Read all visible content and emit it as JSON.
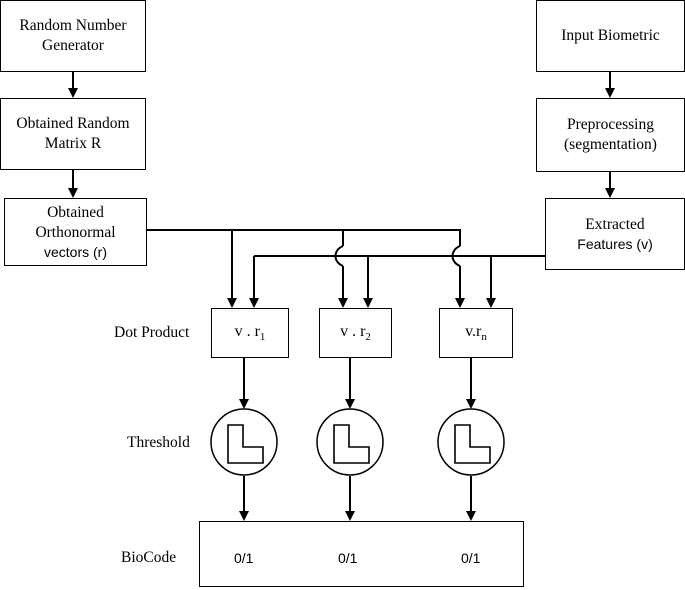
{
  "boxes": {
    "rng": [
      "Random Number",
      "Generator"
    ],
    "matrix": [
      "Obtained Random",
      "Matrix R"
    ],
    "orthonormal": [
      "Obtained",
      "Orthonormal",
      "vectors (r)"
    ],
    "input": [
      "Input Biometric"
    ],
    "preprocessing": [
      "Preprocessing",
      "(segmentation)"
    ],
    "features": [
      "Extracted",
      "Features (v)"
    ]
  },
  "dot_products": [
    {
      "base": "v . r",
      "sub": "1"
    },
    {
      "base": "v . r",
      "sub": "2"
    },
    {
      "base": "v.r",
      "sub": "n"
    }
  ],
  "row_labels": {
    "dot_product": "Dot Product",
    "threshold": "Threshold",
    "biocode": "BioCode"
  },
  "bits": [
    "0/1",
    "0/1",
    "0/1"
  ]
}
